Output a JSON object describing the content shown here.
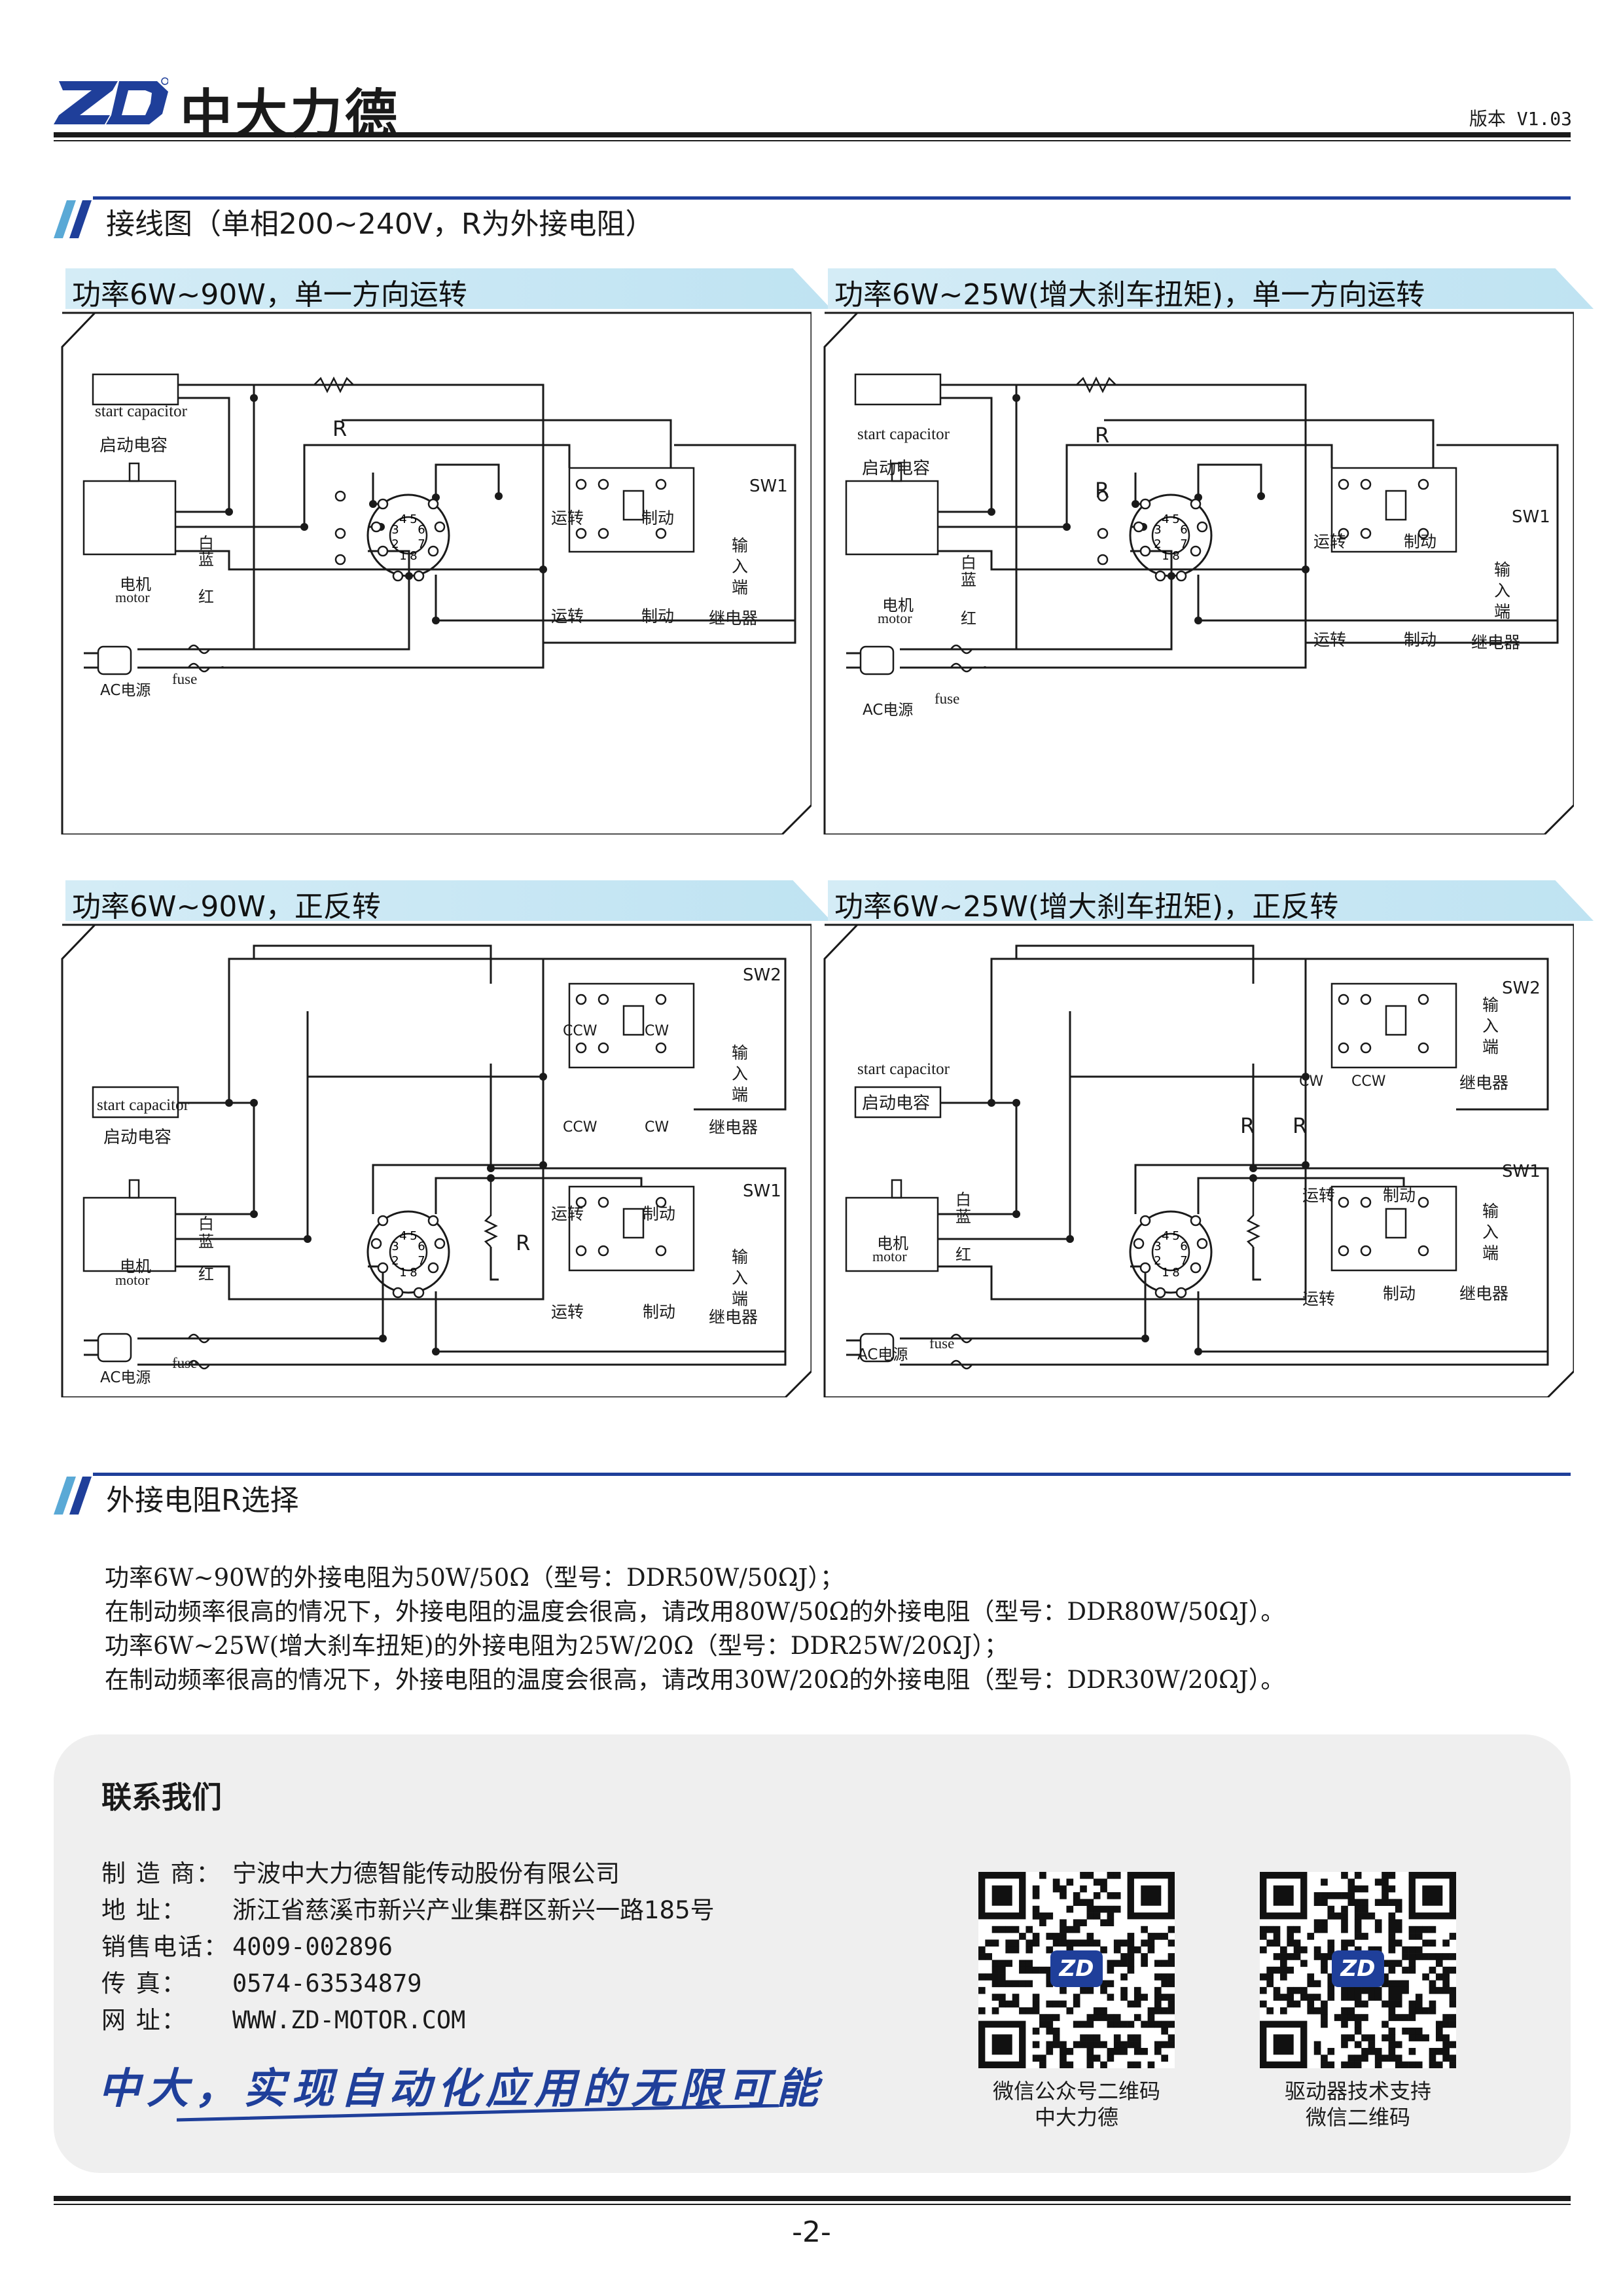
{
  "header": {
    "logo_text": "ZD",
    "company_name_cn": "中大力德",
    "version": "版本 V1.03"
  },
  "section_wiring": {
    "title": "接线图（单相200~240V，R为外接电阻）"
  },
  "diagrams": [
    {
      "title": "功率6W~90W，单一方向运转",
      "labels": {
        "start_capacitor_en": "start capacitor",
        "start_capacitor_cn": "启动电容",
        "resistor": "R",
        "switch": "SW1",
        "run": "运转",
        "brake": "制动",
        "input": "输入端",
        "relay": "继电器",
        "motor_cn": "电机",
        "motor_en": "motor",
        "white": "白",
        "blue": "蓝",
        "red": "红",
        "ac": "AC电源",
        "fuse": "fuse"
      }
    },
    {
      "title": "功率6W~25W(增大刹车扭矩)，单一方向运转",
      "labels": {
        "start_capacitor_en": "start capacitor",
        "start_capacitor_cn": "启动电容",
        "resistor": "R",
        "switch": "SW1",
        "run": "运转",
        "brake": "制动",
        "input": "输入端",
        "relay": "继电器",
        "motor_cn": "电机",
        "motor_en": "motor",
        "white": "白",
        "blue": "蓝",
        "red": "红",
        "ac": "AC电源",
        "fuse": "fuse"
      }
    },
    {
      "title": "功率6W~90W，正反转",
      "labels": {
        "start_capacitor_en": "start capacitor",
        "start_capacitor_cn": "启动电容",
        "resistor": "R",
        "switch2": "SW2",
        "switch1": "SW1",
        "ccw": "CCW",
        "cw": "CW",
        "run": "运转",
        "brake": "制动",
        "input": "输入端",
        "relay": "继电器",
        "motor_cn": "电机",
        "motor_en": "motor",
        "white": "白",
        "blue": "蓝",
        "red": "红",
        "ac": "AC电源",
        "fuse": "fuse"
      }
    },
    {
      "title": "功率6W~25W(增大刹车扭矩)，正反转",
      "labels": {
        "start_capacitor_en": "start capacitor",
        "start_capacitor_cn": "启动电容",
        "resistor": "R",
        "switch2": "SW2",
        "switch1": "SW1",
        "ccw": "CCW",
        "cw": "CW",
        "run": "运转",
        "brake": "制动",
        "input": "输入端",
        "relay": "继电器",
        "motor_cn": "电机",
        "motor_en": "motor",
        "white": "白",
        "blue": "蓝",
        "red": "红",
        "ac": "AC电源",
        "fuse": "fuse"
      }
    }
  ],
  "socket_pins": [
    "1",
    "2",
    "3",
    "4",
    "5",
    "6",
    "7",
    "8"
  ],
  "section_resistor": {
    "title": "外接电阻R选择",
    "lines": [
      "功率6W~90W的外接电阻为50W/50Ω（型号：DDR50W/50ΩJ）；",
      "在制动频率很高的情况下，外接电阻的温度会很高，请改用80W/50Ω的外接电阻（型号：DDR80W/50ΩJ）。",
      "功率6W~25W(增大刹车扭矩)的外接电阻为25W/20Ω（型号：DDR25W/20ΩJ）；",
      "在制动频率很高的情况下，外接电阻的温度会很高，请改用30W/20Ω的外接电阻（型号：DDR30W/20ΩJ）。"
    ]
  },
  "contact": {
    "title": "联系我们",
    "rows": [
      {
        "label": "制 造 商：",
        "value": "宁波中大力德智能传动股份有限公司"
      },
      {
        "label": "地    址：",
        "value": "浙江省慈溪市新兴产业集群区新兴一路185号"
      },
      {
        "label": "销售电话：",
        "value": "4009-002896"
      },
      {
        "label": "传    真：",
        "value": "0574-63534879"
      },
      {
        "label": "网    址：",
        "value": "WWW.ZD-MOTOR.COM"
      }
    ],
    "slogan": "中大，实现自动化应用的无限可能",
    "qr_codes": [
      {
        "caption_line1": "微信公众号二维码",
        "caption_line2": "中大力德",
        "center_logo": "ZD"
      },
      {
        "caption_line1": "驱动器技术支持",
        "caption_line2": "微信二维码",
        "center_logo": "ZD"
      }
    ]
  },
  "footer": {
    "page_number": "-2-"
  },
  "colors": {
    "brand_blue": "#1f3f9a",
    "band_blue": "#c9e8f4",
    "line": "#1a1a1a",
    "contact_bg": "#efefef"
  }
}
